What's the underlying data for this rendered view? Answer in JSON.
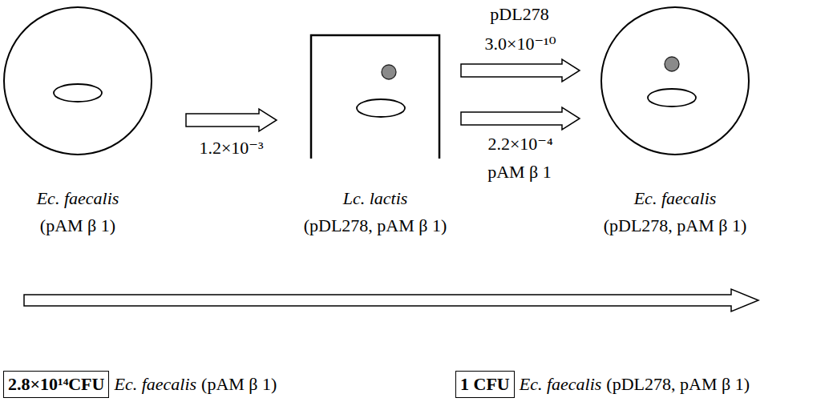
{
  "diagram": {
    "nodes": [
      {
        "text": [
          "Ec. faecalis",
          "(pAM β 1)"
        ]
      },
      {
        "text": [
          "Lc. lactis",
          "(pDL278, pAM β 1)"
        ]
      },
      {
        "text": [
          "Ec. faecalis",
          "(pDL278, pAM β 1)"
        ]
      },
      {
        "text": [
          "2.8×10¹⁴CFU"
        ]
      },
      {
        "text": [
          "1 CFU"
        ]
      }
    ],
    "edges": [
      {
        "from": 0,
        "to": 1,
        "arrow": "to",
        "label": "1.2×10⁻³"
      },
      {
        "from": 1,
        "to": 2,
        "arrow": "to",
        "label": "3.0×10⁻¹⁰"
      },
      {
        "from": 1,
        "to": 2,
        "arrow": "to",
        "label": "2.2×10⁻⁴"
      }
    ],
    "labels": [
      "pDL278",
      "pAM β 1",
      "Ec. faecalis",
      "(pAM β 1)",
      "Ec. faecalis",
      "(pDL278, pAM β 1)"
    ]
  }
}
